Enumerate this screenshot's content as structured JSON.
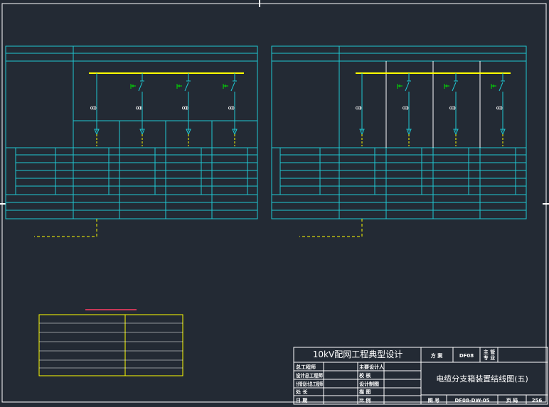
{
  "colors": {
    "background": "#232a34",
    "frame": "#ffffff",
    "grid": "#1fc8d2",
    "busbar": "#ffff00",
    "cable": "#ffff00",
    "switch_indicator": "#00e000",
    "panel_divider": "#ffffff",
    "title_underline": "#ff3c64"
  },
  "title_block": {
    "project": "10kV配网工程典型设计",
    "scheme_label": "方 案",
    "scheme_value": "DF08",
    "chief_label": "主 管\n专 业",
    "drawing_title": "电缆分支箱装置结线图(五)",
    "drawing_no_label": "图 号",
    "drawing_no_value": "DF08-DW-05",
    "page_label": "页 码",
    "page_value": "256",
    "left_rows": [
      "总工程师",
      "设计总工程师",
      "分管设计总工程师",
      "处 长",
      "日 期"
    ],
    "mid_rows": [
      "主要设计人",
      "校 核",
      "设计制图",
      "描 图",
      "比 例"
    ]
  }
}
